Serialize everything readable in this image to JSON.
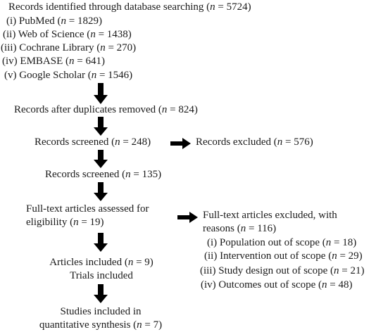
{
  "identification": {
    "heading": "Records identified through database searching (n = 5724)",
    "sources": [
      "(i) PubMed (n = 1829)",
      "(ii) Web of Science (n = 1438)",
      "(iii) Cochrane Library (n = 270)",
      "(iv) EMBASE (n = 641)",
      "(v) Google Scholar (n = 1546)"
    ]
  },
  "after_duplicates": "Records after duplicates removed (n = 824)",
  "screened_1": "Records screened (n = 248)",
  "excluded_1": "Records excluded (n = 576)",
  "screened_2": "Records screened (n = 135)",
  "fulltext_assessed": [
    "Full-text articles assessed for",
    "eligibility (n = 19)"
  ],
  "fulltext_excluded": {
    "heading": [
      "Full-text articles excluded, with",
      "reasons (n = 116)"
    ],
    "reasons": [
      "(i) Population out of scope (n = 18)",
      "(ii) Intervention out of scope (n = 29)",
      "(iii) Study design out of scope (n = 21)",
      "(iv) Outcomes out of scope (n = 48)"
    ]
  },
  "included": [
    "Articles included (n = 9)",
    "Trials included"
  ],
  "synthesis": [
    "Studies included in",
    "quantitative synthesis (n = 7)"
  ],
  "colors": {
    "text": "#1a1a1a",
    "arrow": "#000000",
    "background": "#ffffff"
  }
}
